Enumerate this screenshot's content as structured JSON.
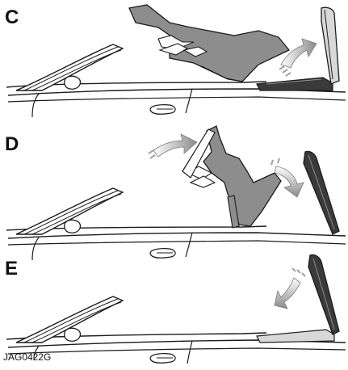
{
  "panels": [
    {
      "id": "C",
      "label": "C"
    },
    {
      "id": "D",
      "label": "D"
    },
    {
      "id": "E",
      "label": "E"
    }
  ],
  "reference_code": "JAG0422G",
  "colors": {
    "line": "#1c1c1c",
    "roof_mid": "#8d8d8d",
    "roof_light": "#d8d8d8",
    "roof_dark": "#3a3a3a",
    "arrow_start": "#ffffff",
    "arrow_end": "#8a8a8a",
    "background": "#ffffff"
  }
}
